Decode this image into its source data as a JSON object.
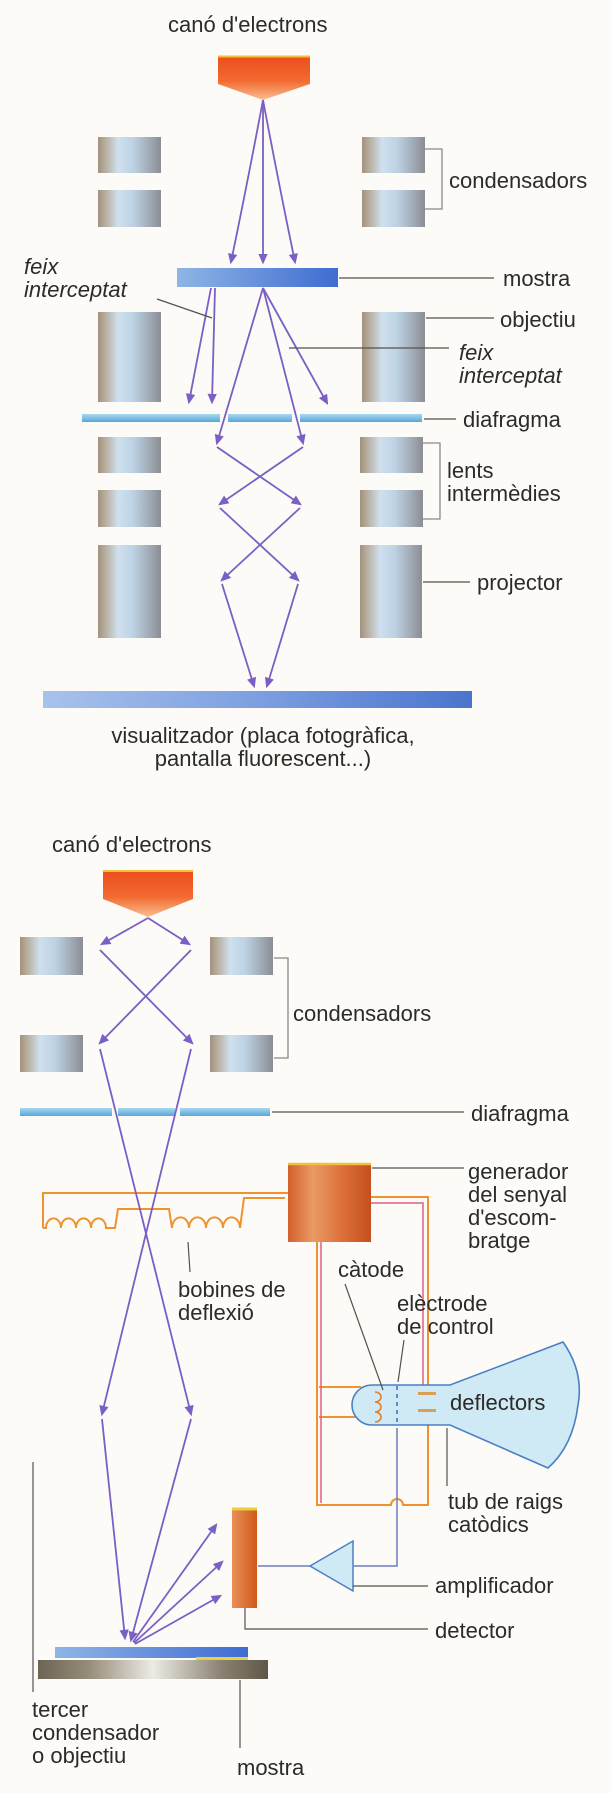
{
  "figure": "electron-microscope-diagrams",
  "colors": {
    "beam_purple": "#7b5fc4",
    "circuit_orange": "#f0922e",
    "signal_pink": "#e06080",
    "signal_blue": "#6a7ec0",
    "connector_gray": "#55524e",
    "lens_blue": "#cadcec",
    "gun_orange": "#ec4f1e",
    "bar_blue": "#4a74ce",
    "crt_fill": "#cfe9f5",
    "crt_outline": "#4a80c4",
    "text": "#2b2b28"
  },
  "tem": {
    "title": "canó d'electrons",
    "labels": {
      "condensadors": "condensadors",
      "feix_interceptat_left": "feix\ninterceptat",
      "mostra": "mostra",
      "objectiu": "objectiu",
      "feix_interceptat_right": "feix\ninterceptat",
      "diafragma": "diafragma",
      "lents_intermedies": "lents\nintermèdies",
      "projector": "projector",
      "visualitzador": "visualitzador (placa fotogràfica,\npantalla fluorescent...)"
    }
  },
  "sem": {
    "title": "canó d'electrons",
    "labels": {
      "condensadors": "condensadors",
      "diafragma": "diafragma",
      "generador": "generador\ndel senyal\nd'escom-\nbratge",
      "bobines": "bobines de\ndeflexió",
      "catode": "càtode",
      "electrode": "elèctrode\nde control",
      "deflectors": "deflectors",
      "tub": "tub de raigs\ncatòdics",
      "amplificador": "amplificador",
      "detector": "detector",
      "tercer": "tercer\ncondensador\no objectiu",
      "mostra": "mostra"
    }
  }
}
